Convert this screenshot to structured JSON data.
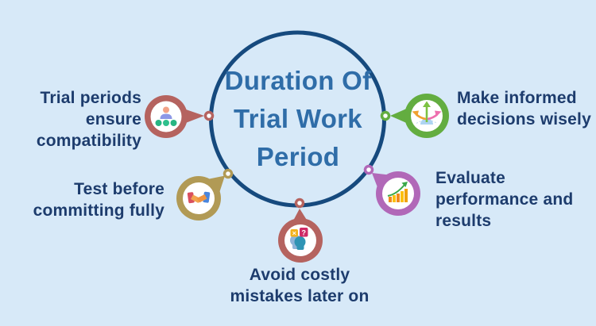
{
  "background_color": "#d7e9f8",
  "center": {
    "title": "Duration Of\nTrial Work\nPeriod",
    "title_color": "#2f6da8",
    "circle_border_color": "#164a7e"
  },
  "text_color": "#1d3c6d",
  "items": [
    {
      "label": "Trial periods\nensure\ncompatibility",
      "color": "#b5635f",
      "icon": "team-hierarchy-icon",
      "position": "top-left"
    },
    {
      "label": "Test before\ncommitting fully",
      "color": "#b19a55",
      "icon": "handshake-icon",
      "position": "left"
    },
    {
      "label": "Avoid costly\nmistakes later on",
      "color": "#b5635f",
      "icon": "thinking-head-icon",
      "position": "bottom"
    },
    {
      "label": "Evaluate\nperformance and\nresults",
      "color": "#b168b8",
      "icon": "growth-chart-icon",
      "position": "bottom-right"
    },
    {
      "label": "Make informed\ndecisions wisely",
      "color": "#63ad40",
      "icon": "decision-arrows-icon",
      "position": "top-right"
    }
  ],
  "icon_glyphs": {
    "cross": "✕",
    "question": "?"
  }
}
